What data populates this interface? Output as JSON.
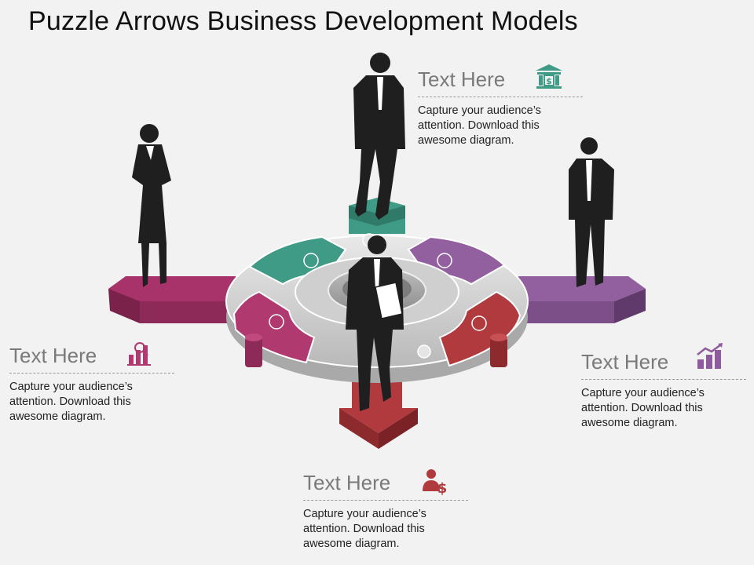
{
  "title": "Puzzle Arrows Business Development Models",
  "colors": {
    "green": "#3f9a86",
    "purple": "#8e5b9c",
    "magenta": "#b0396f",
    "red": "#b03a3e",
    "grey": "#d6d6d6"
  },
  "callouts": [
    {
      "id": "top",
      "heading": "Text Here",
      "body": "Capture your audience’s attention. Download this awesome diagram.",
      "icon": "bank-dollar-icon"
    },
    {
      "id": "left",
      "heading": "Text Here",
      "body": "Capture your audience’s attention. Download this awesome diagram.",
      "icon": "analytics-chart-icon"
    },
    {
      "id": "right",
      "heading": "Text Here",
      "body": "Capture your audience’s attention. Download this awesome diagram.",
      "icon": "growth-bar-chart-icon"
    },
    {
      "id": "bottom",
      "heading": "Text Here",
      "body": "Capture your audience’s attention. Download this awesome diagram.",
      "icon": "person-dollar-icon"
    }
  ]
}
